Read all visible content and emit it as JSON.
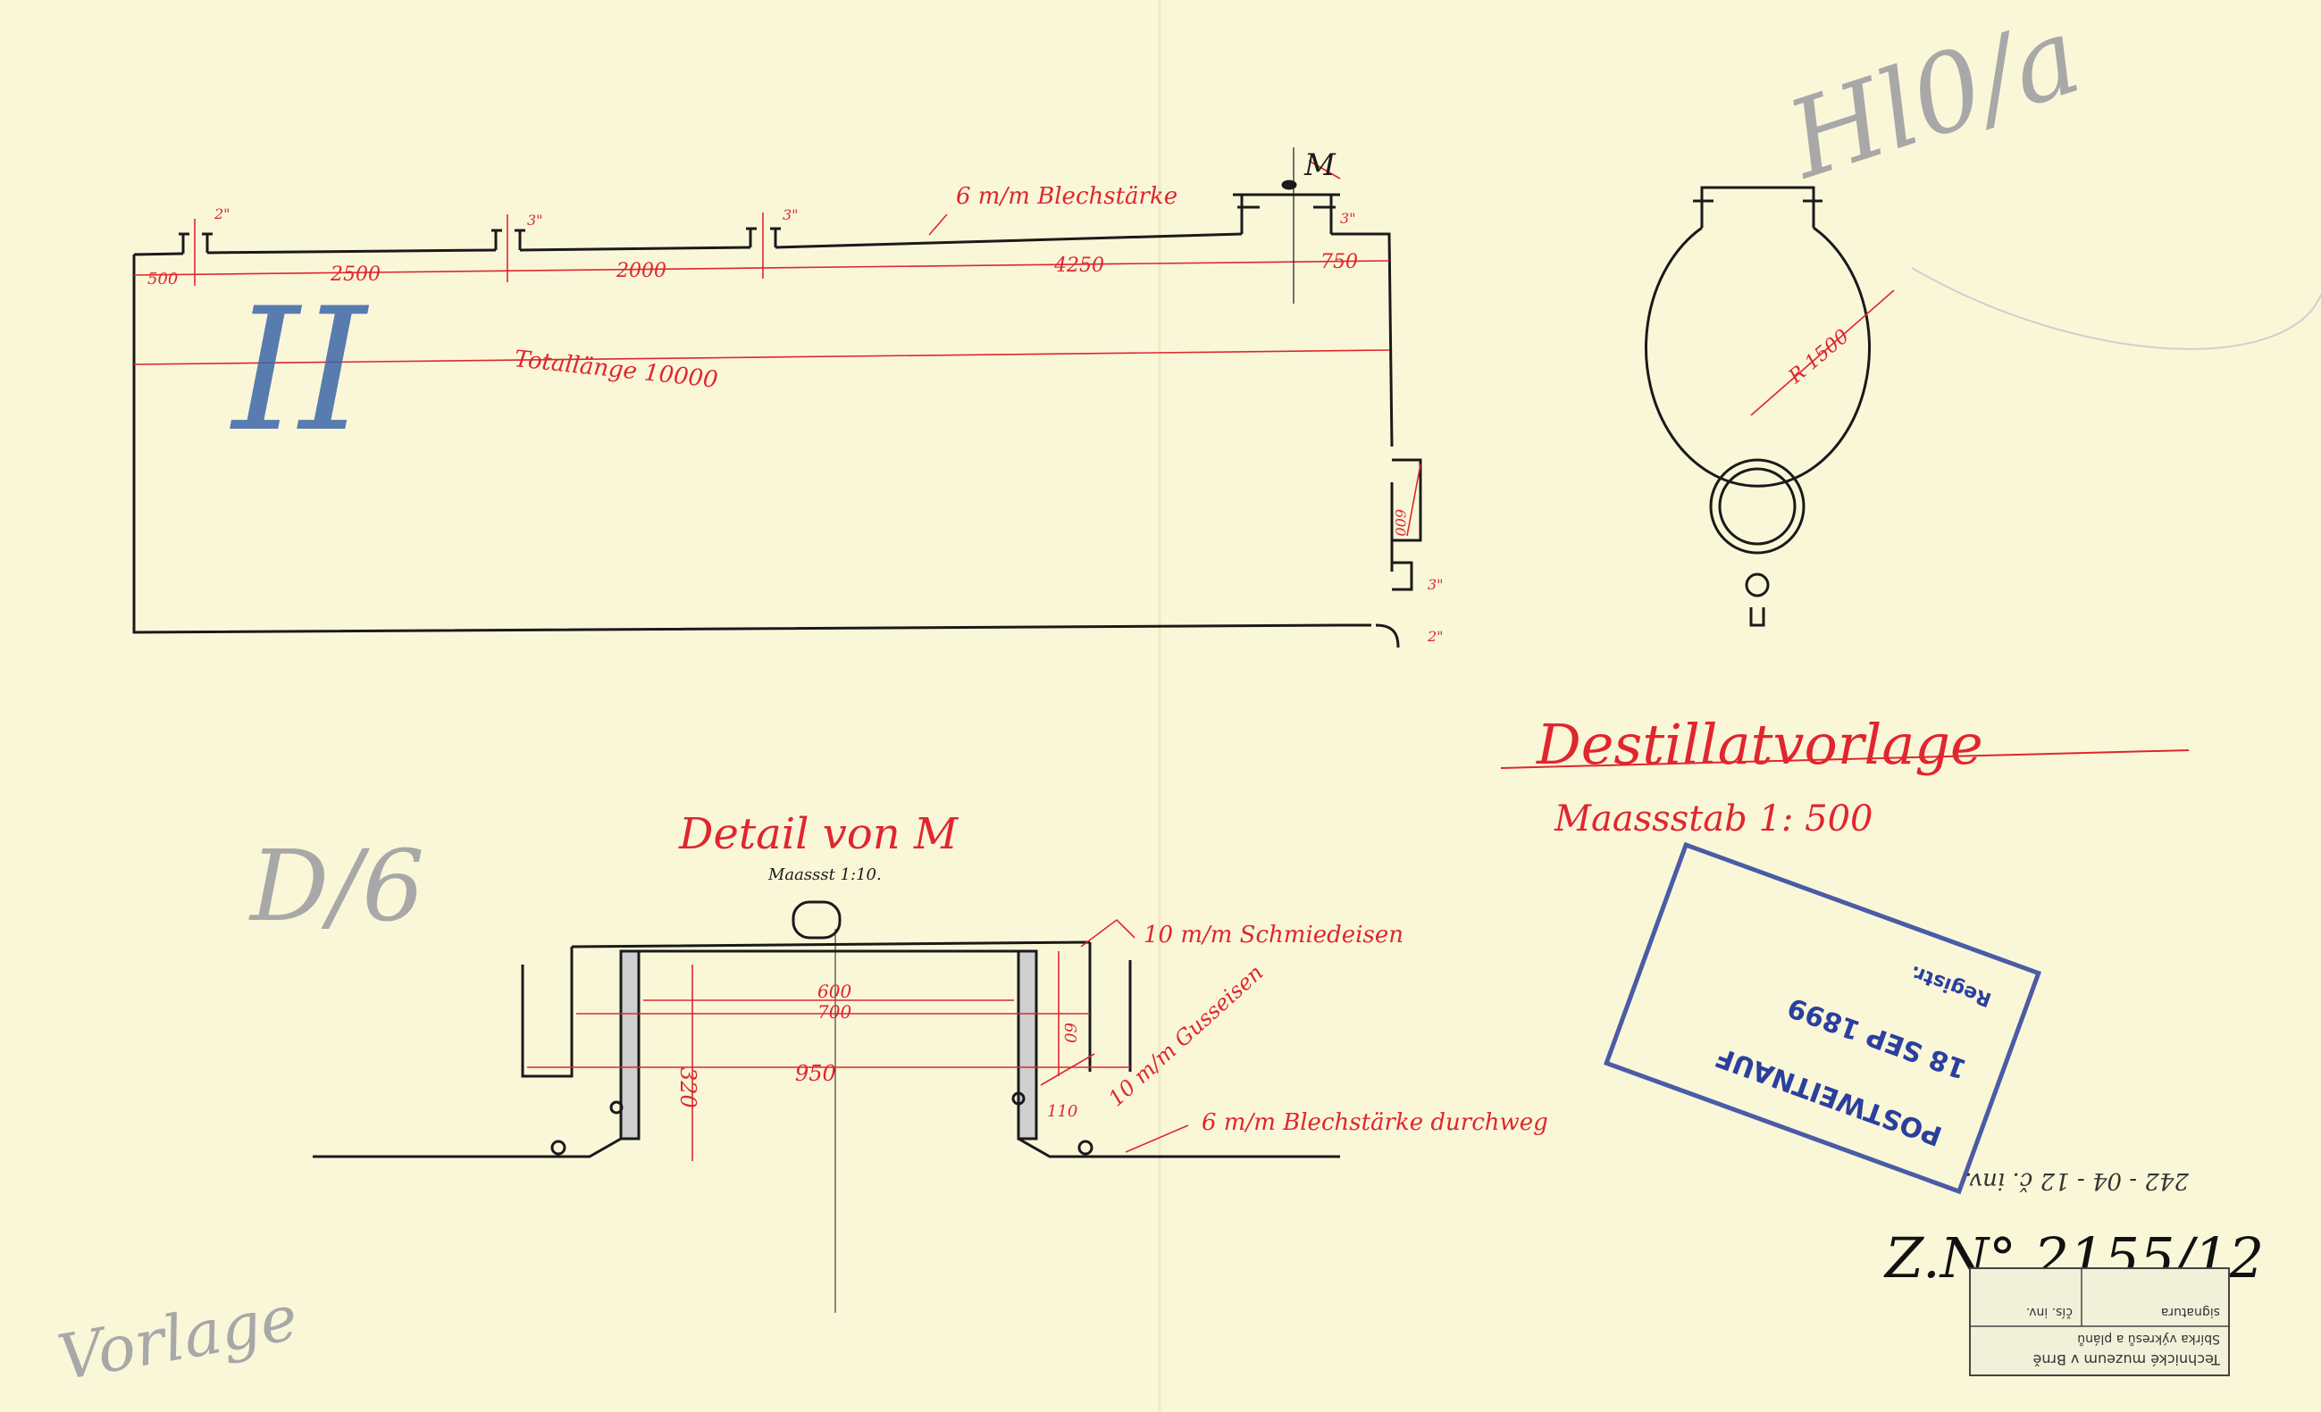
{
  "main_view": {
    "dims_top": [
      "500",
      "2500",
      "2000",
      "4250",
      "750"
    ],
    "total_length": "Totallänge 10000",
    "nozzle_sizes": [
      "2\"",
      "3\"",
      "3\"",
      "3\""
    ],
    "sheet_note": "6 m/m Blechstärke",
    "detail_marker": "M",
    "side_dims": [
      "600",
      "3\"",
      "2\""
    ],
    "roman_numeral": "II"
  },
  "end_view": {
    "radius_label": "R 1500"
  },
  "title_block": {
    "title": "Destillatvorlage",
    "scale": "Maassstab 1: 500"
  },
  "detail": {
    "title": "Detail von M",
    "scale": "Maassst 1:10.",
    "dims": [
      "600",
      "700",
      "950",
      "320",
      "60",
      "110"
    ],
    "notes": [
      "10 m/m Schmiedeisen",
      "10 m/m Gusseisen",
      "6 m/m Blechstärke durchweg"
    ]
  },
  "pencil_marks": {
    "top_right": "Hl0/a",
    "left_middle": "D/6",
    "bottom_left": "Vorlage"
  },
  "stamp": {
    "line1": "POSTWEITNAUF",
    "line2": "18 SEP 1899",
    "line3": "Registr."
  },
  "archive": {
    "handwritten_number": "Z.N° 2155/12",
    "mirrored_code": "242 - 04 - 12 č. inv.",
    "label_museum": "Technické muzeum v Brně",
    "label_sub": "Sbírka výkresů a plánů",
    "label_signature": "signatura",
    "label_inv": "čís. inv."
  }
}
